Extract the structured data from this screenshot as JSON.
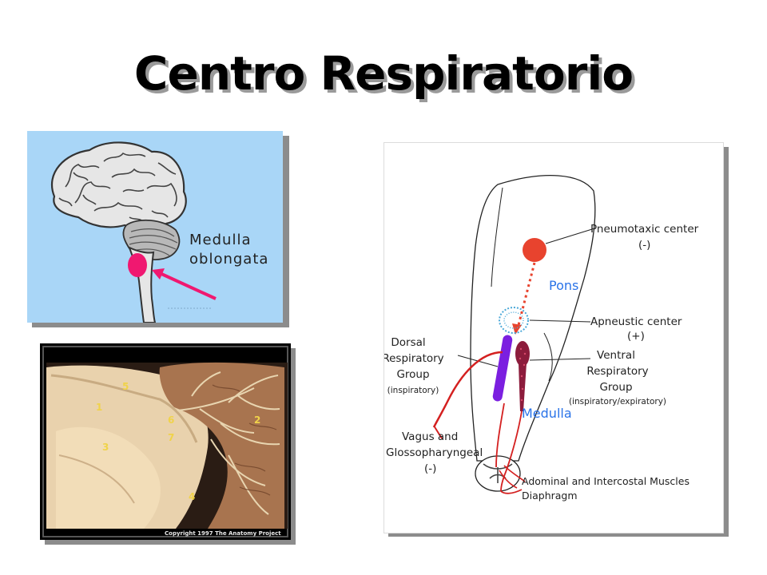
{
  "slide": {
    "title": "Centro Respiratorio"
  },
  "brain_panel": {
    "label_line1": "Medulla",
    "label_line2": "oblongata"
  },
  "dissection_panel": {
    "numbers": [
      "5",
      "1",
      "6",
      "2",
      "7",
      "3",
      "4"
    ],
    "copyright": "Copyright 1997 The Anatomy Project"
  },
  "respiratory_diagram": {
    "pneumotaxic": {
      "line1": "Pneumotaxic center",
      "line2": "(-)"
    },
    "pons": "Pons",
    "apneustic": {
      "line1": "Apneustic center",
      "line2": "(+)"
    },
    "dorsal": {
      "line1": "Dorsal",
      "line2": "Respiratory",
      "line3": "Group",
      "line4": "(inspiratory)"
    },
    "ventral": {
      "line1": "Ventral",
      "line2": "Respiratory",
      "line3": "Group",
      "line4": "(inspiratory/expiratory)"
    },
    "medulla": "Medulla",
    "vagus": {
      "line1": "Vagus and",
      "line2": "Glossopharyngeal",
      "line3": "(-)"
    },
    "muscles": {
      "line1": "Adominal and Intercostal Muscles",
      "line2": "Diaphragm"
    }
  },
  "colors": {
    "pons_blue": "#2a73e8",
    "center_red": "#e8432e",
    "drg_purple": "#7b1fe0",
    "vrg_maroon": "#8c1c3c",
    "nerve_red": "#d42020",
    "brain_bg": "#a9d6f7",
    "medulla_pink": "#f01870"
  }
}
